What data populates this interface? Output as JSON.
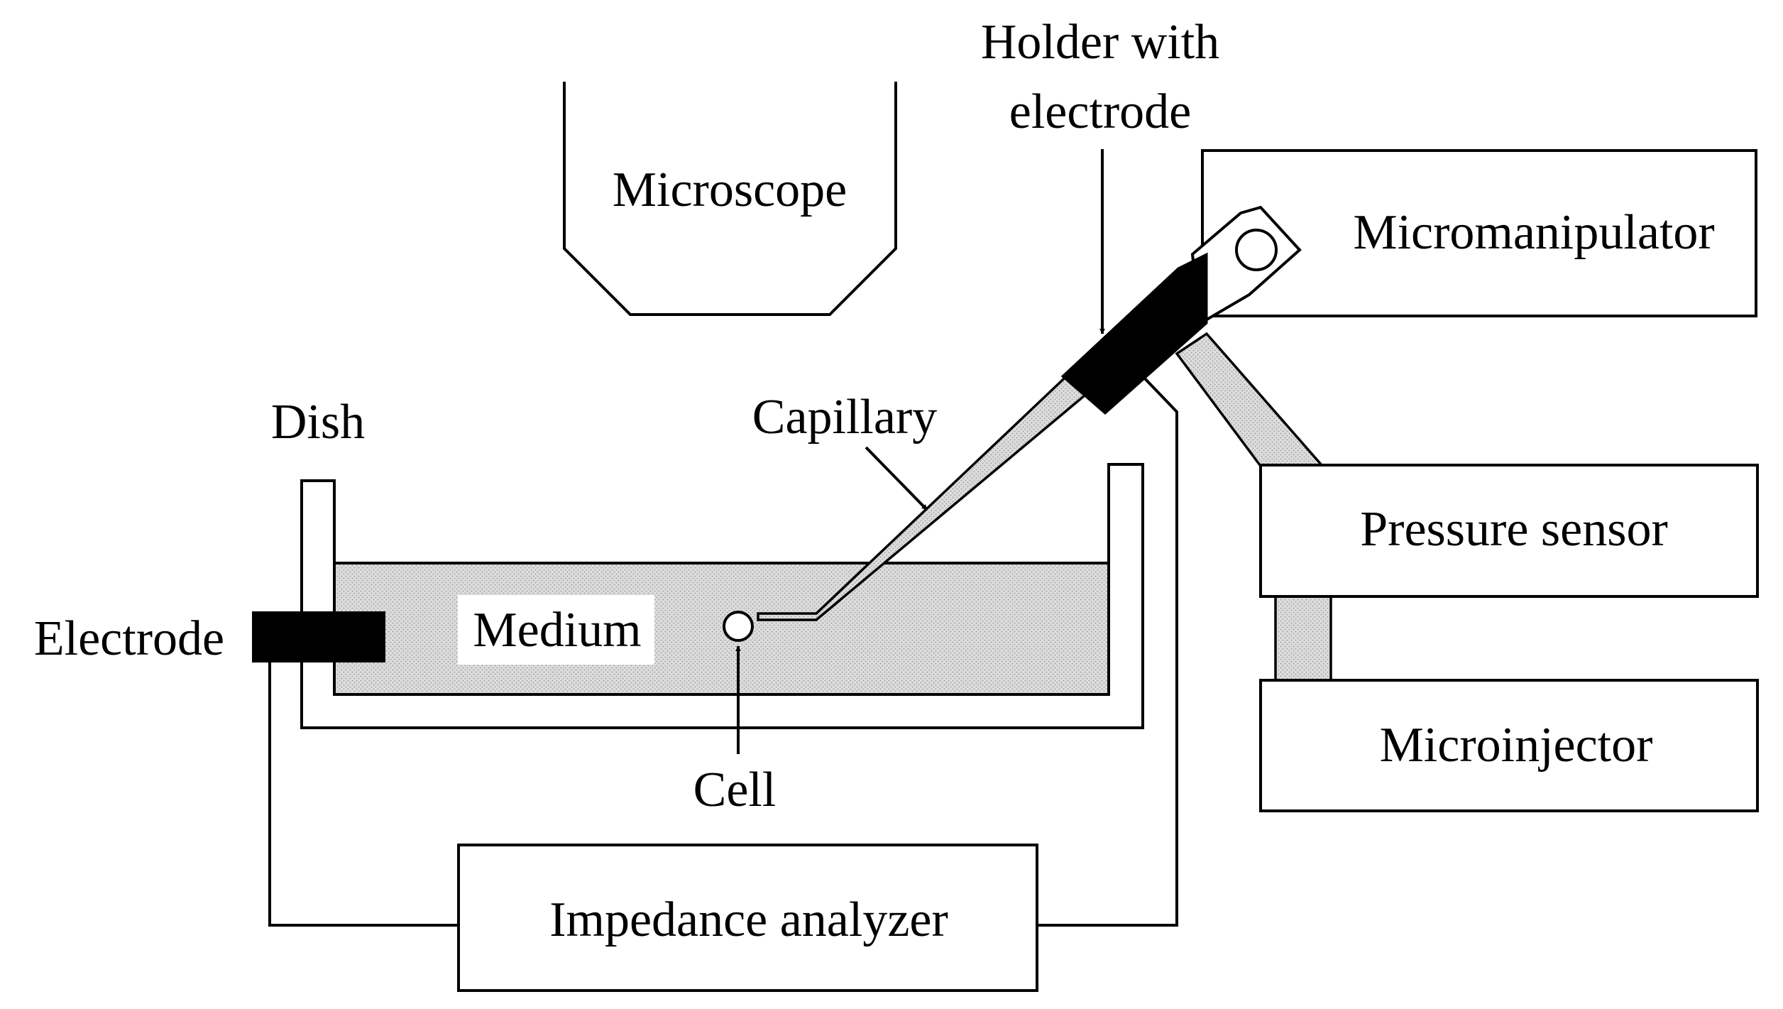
{
  "labels": {
    "microscope": "Microscope",
    "holder_line1": "Holder with",
    "holder_line2": "electrode",
    "micromanipulator": "Micromanipulator",
    "pressure_sensor": "Pressure sensor",
    "microinjector": "Microinjector",
    "dish": "Dish",
    "capillary": "Capillary",
    "electrode": "Electrode",
    "medium": "Medium",
    "cell": "Cell",
    "impedance_analyzer": "Impedance analyzer"
  },
  "colors": {
    "line": "#000000",
    "fill_dark": "#000000",
    "stipple": "#d9d9d9",
    "background": "#ffffff"
  }
}
